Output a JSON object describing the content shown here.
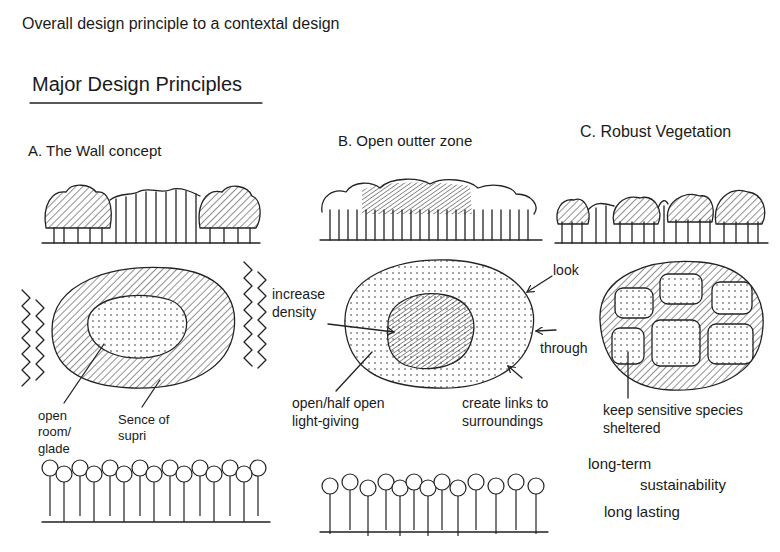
{
  "diagram": {
    "title": "Overall design principle to a contextal design",
    "labels": [
      "Major Design Principles",
      "A. The Wall concept",
      "B. Open outter zone",
      "C. Robust Vegetation",
      "open room/ glade",
      "Sence of supri",
      "increase density",
      "look",
      "through",
      "open/half open light-giving",
      "create links to surroundings",
      "keep sensitive species sheltered",
      "long-term",
      "sustainability",
      "long lasting"
    ]
  }
}
